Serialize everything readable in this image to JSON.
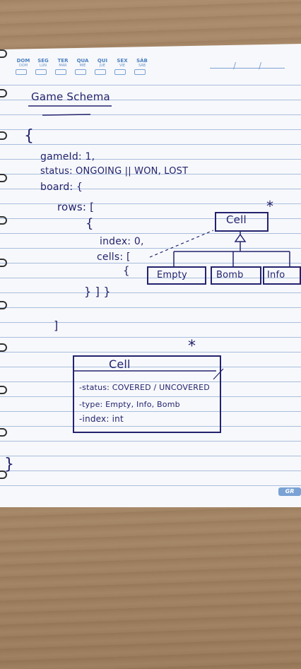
{
  "calendar": {
    "days": [
      {
        "pt": "DOM",
        "es": "DOM"
      },
      {
        "pt": "SEG",
        "es": "LUN"
      },
      {
        "pt": "TER",
        "es": "MAR"
      },
      {
        "pt": "QUA",
        "es": "MIÉ"
      },
      {
        "pt": "QUI",
        "es": "JUE"
      },
      {
        "pt": "SEX",
        "es": "VIE"
      },
      {
        "pt": "SÁB",
        "es": "SÁB"
      }
    ]
  },
  "note": {
    "title": "Game Schema",
    "open_brace": "{",
    "game_id": "gameId: 1,",
    "status": "status: ONGOING || WON, LOST",
    "board": "board: {",
    "rows": "rows: [",
    "row_open": "{",
    "index": "index: 0,",
    "cells": "cells: [",
    "cell_open": "{",
    "close_cells": "} ]   }",
    "close_rows": "]",
    "close_all": "}"
  },
  "diagram_top": {
    "cell": "Cell",
    "empty": "Empty",
    "bomb": "Bomb",
    "info": "Info",
    "star": "*"
  },
  "class_box": {
    "name": "Cell",
    "star": "*",
    "status": "-status: COVERED / UNCOVERED",
    "type": "-type: Empty, Info, Bomb",
    "index": "-index: int"
  },
  "brand": "GR"
}
